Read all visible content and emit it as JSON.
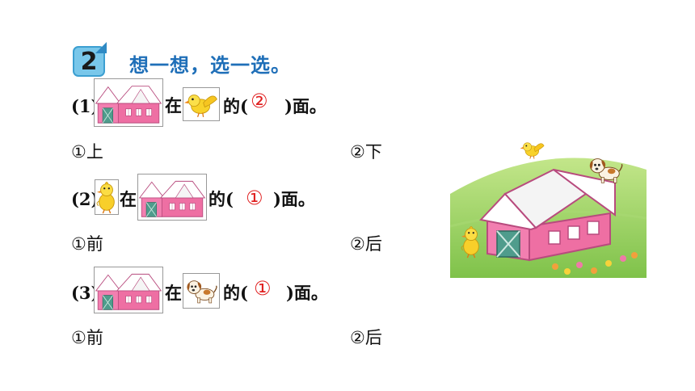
{
  "header": {
    "number": "2",
    "title": "想一想，选一选。"
  },
  "questions": [
    {
      "label": "(1)",
      "word_at": "在",
      "word_of": "的(",
      "answer": "②",
      "word_face": ")面。",
      "options": [
        "①上",
        "②下"
      ]
    },
    {
      "label": "(2)",
      "word_at": "在",
      "word_of": "的(",
      "answer": "①",
      "word_face": ")面。",
      "options": [
        "①前",
        "②后"
      ]
    },
    {
      "label": "(3)",
      "word_at": "在",
      "word_of": "的(",
      "answer": "①",
      "word_face": ")面。",
      "options": [
        "①前",
        "②后"
      ]
    }
  ],
  "icons": {
    "house": "pink-house-icon",
    "bird": "yellow-bird-icon",
    "chick": "chick-icon",
    "dog": "puppy-icon"
  },
  "colors": {
    "title": "#1f6fb8",
    "answer": "#e02020",
    "badge": "#79c7ea",
    "house_wall": "#f27fb0",
    "roof": "#ffffff",
    "grass": "#8fcc5a"
  }
}
